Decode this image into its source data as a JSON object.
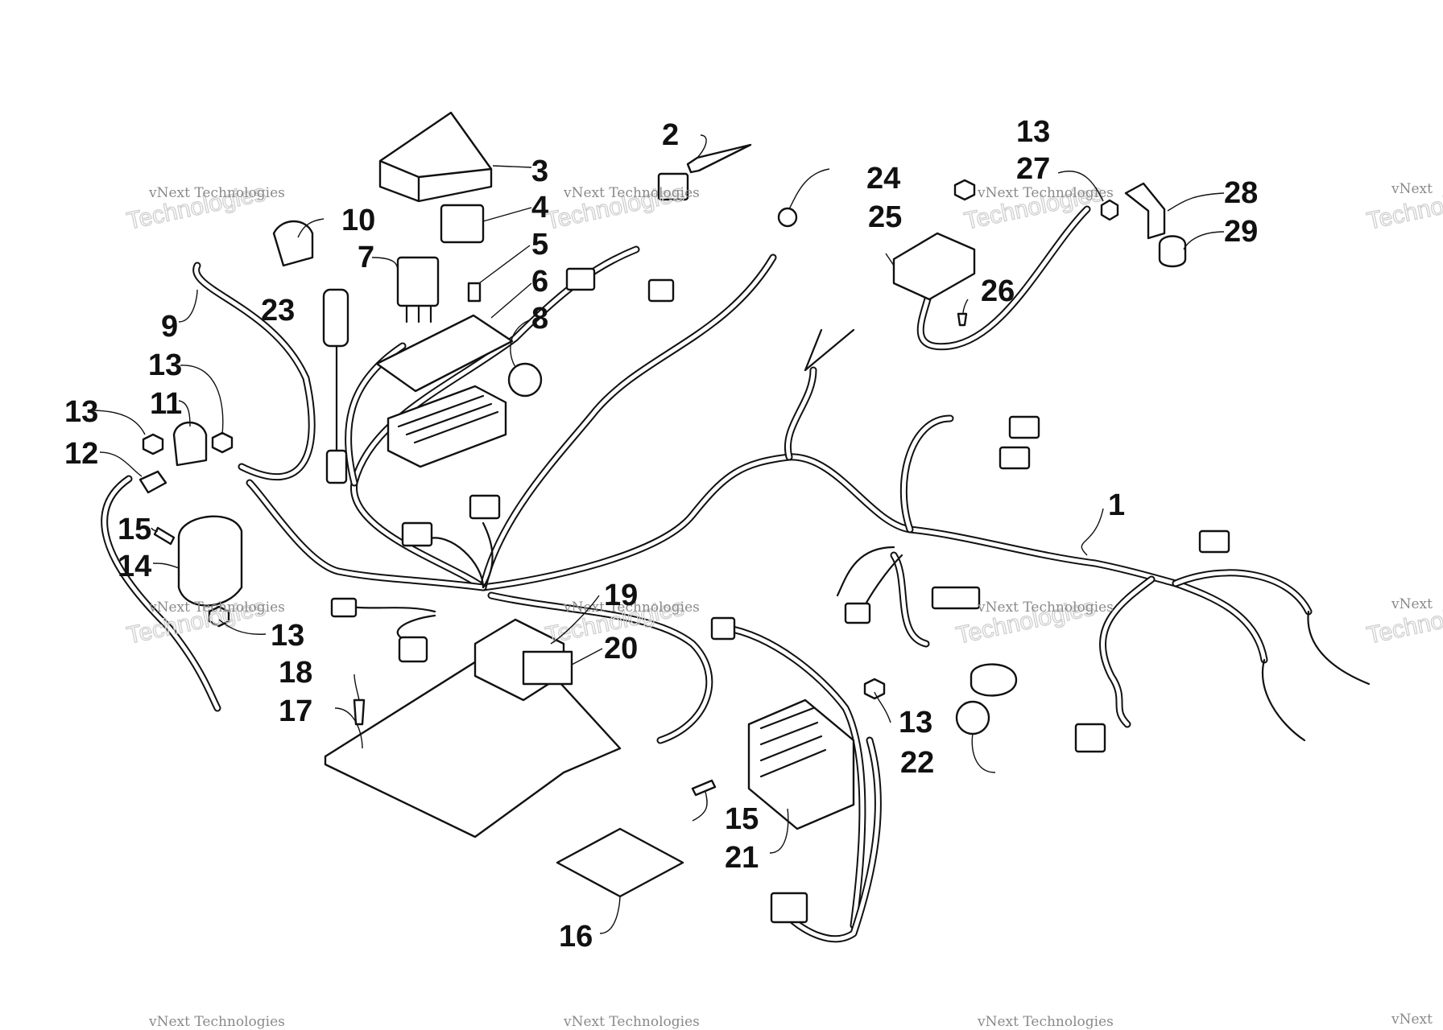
{
  "diagram": {
    "callouts": [
      {
        "id": "c1",
        "label": "1"
      },
      {
        "id": "c2",
        "label": "2"
      },
      {
        "id": "c3",
        "label": "3"
      },
      {
        "id": "c4",
        "label": "4"
      },
      {
        "id": "c5",
        "label": "5"
      },
      {
        "id": "c6",
        "label": "6"
      },
      {
        "id": "c7",
        "label": "7"
      },
      {
        "id": "c8",
        "label": "8"
      },
      {
        "id": "c9",
        "label": "9"
      },
      {
        "id": "c10",
        "label": "10"
      },
      {
        "id": "c11",
        "label": "11"
      },
      {
        "id": "c12",
        "label": "12"
      },
      {
        "id": "c13a",
        "label": "13"
      },
      {
        "id": "c13b",
        "label": "13"
      },
      {
        "id": "c13c",
        "label": "13"
      },
      {
        "id": "c13d",
        "label": "13"
      },
      {
        "id": "c13e",
        "label": "13"
      },
      {
        "id": "c14",
        "label": "14"
      },
      {
        "id": "c15a",
        "label": "15"
      },
      {
        "id": "c15b",
        "label": "15"
      },
      {
        "id": "c16",
        "label": "16"
      },
      {
        "id": "c17",
        "label": "17"
      },
      {
        "id": "c18",
        "label": "18"
      },
      {
        "id": "c19",
        "label": "19"
      },
      {
        "id": "c20",
        "label": "20"
      },
      {
        "id": "c21",
        "label": "21"
      },
      {
        "id": "c22",
        "label": "22"
      },
      {
        "id": "c23",
        "label": "23"
      },
      {
        "id": "c24",
        "label": "24"
      },
      {
        "id": "c25",
        "label": "25"
      },
      {
        "id": "c26",
        "label": "26"
      },
      {
        "id": "c27",
        "label": "27"
      },
      {
        "id": "c28",
        "label": "28"
      },
      {
        "id": "c29",
        "label": "29"
      }
    ],
    "watermark": {
      "small": "vNext Technologies",
      "large": "Technologies",
      "short": "vNext"
    }
  }
}
